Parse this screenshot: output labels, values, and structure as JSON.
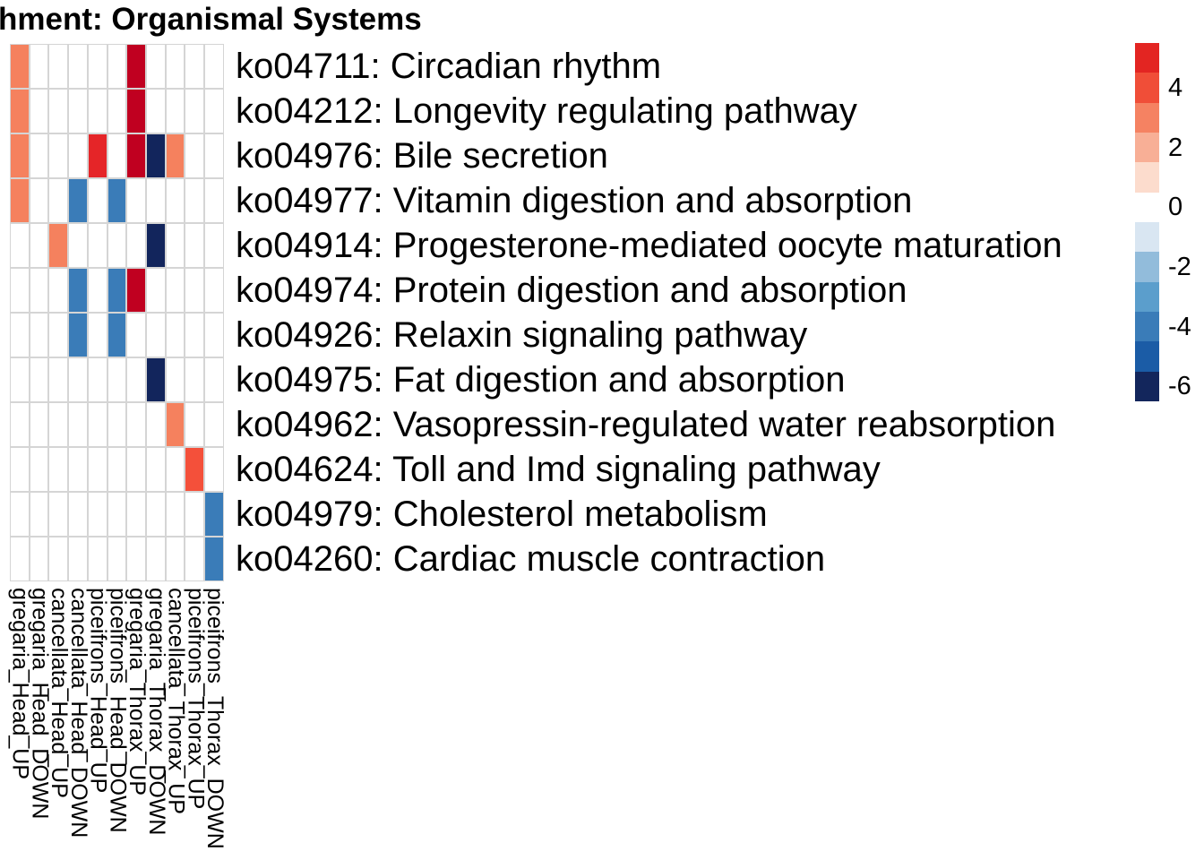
{
  "title": "hment: Organismal Systems",
  "colors": {
    "background": "#FFFFFF",
    "gridline": "#D5D5D5",
    "text": "#000000"
  },
  "chart_data": {
    "type": "heatmap",
    "title": "hment: Organismal Systems",
    "columns": [
      "gregaria_Head_UP",
      "gregaria_Head_DOWN",
      "cancellata_Head_UP",
      "cancellata_Head_DOWN",
      "piceifrons_Head_UP",
      "piceifrons_Head_DOWN",
      "gregaria_Thorax_UP",
      "gregaria_Thorax_DOWN",
      "cancellata_Thorax_UP",
      "piceifrons_Thorax_UP",
      "piceifrons_Thorax_DOWN"
    ],
    "rows": [
      "ko04711: Circadian rhythm",
      "ko04212: Longevity regulating pathway",
      "ko04976: Bile secretion",
      "ko04977: Vitamin digestion and absorption",
      "ko04914: Progesterone-mediated oocyte maturation",
      "ko04974: Protein digestion and absorption",
      "ko04926: Relaxin signaling pathway",
      "ko04975: Fat digestion and absorption",
      "ko04962: Vasopressin-regulated water reabsorption",
      "ko04624: Toll and Imd signaling pathway",
      "ko04979: Cholesterol metabolism",
      "ko04260: Cardiac muscle contraction"
    ],
    "cells": [
      {
        "row": 0,
        "col": 0,
        "value": 3
      },
      {
        "row": 0,
        "col": 6,
        "value": 6
      },
      {
        "row": 1,
        "col": 0,
        "value": 3
      },
      {
        "row": 1,
        "col": 6,
        "value": 6
      },
      {
        "row": 2,
        "col": 0,
        "value": 3
      },
      {
        "row": 2,
        "col": 4,
        "value": 5
      },
      {
        "row": 2,
        "col": 6,
        "value": 6
      },
      {
        "row": 2,
        "col": 7,
        "value": -6
      },
      {
        "row": 2,
        "col": 8,
        "value": 3
      },
      {
        "row": 3,
        "col": 0,
        "value": 3
      },
      {
        "row": 3,
        "col": 3,
        "value": -4
      },
      {
        "row": 3,
        "col": 5,
        "value": -4
      },
      {
        "row": 4,
        "col": 2,
        "value": 3
      },
      {
        "row": 4,
        "col": 7,
        "value": -6
      },
      {
        "row": 5,
        "col": 3,
        "value": -4
      },
      {
        "row": 5,
        "col": 5,
        "value": -4
      },
      {
        "row": 5,
        "col": 6,
        "value": 6
      },
      {
        "row": 6,
        "col": 3,
        "value": -4
      },
      {
        "row": 6,
        "col": 5,
        "value": -4
      },
      {
        "row": 7,
        "col": 7,
        "value": -6
      },
      {
        "row": 8,
        "col": 8,
        "value": 3
      },
      {
        "row": 9,
        "col": 9,
        "value": 4
      },
      {
        "row": 10,
        "col": 10,
        "value": -4
      },
      {
        "row": 11,
        "col": 10,
        "value": -4
      }
    ],
    "value_colors": {
      "6": "#C00020",
      "5": "#E52528",
      "4": "#F4503A",
      "3": "#F5815E",
      "-4": "#3A7CB8",
      "-6": "#12255C"
    },
    "legend": {
      "position": "right",
      "block_values": [
        5,
        4,
        3,
        2,
        1,
        0,
        -1,
        -2,
        -3,
        -4,
        -5,
        -6
      ],
      "block_colors": [
        "#E32522",
        "#F04E38",
        "#F58262",
        "#F8AF96",
        "#FCDCCD",
        "#FFFFFF",
        "#D9E6F2",
        "#92BCDB",
        "#5B9ECC",
        "#3A7CB8",
        "#1B5CA6",
        "#13265C"
      ],
      "tick_values": [
        "4",
        "2",
        "0",
        "-2",
        "-4",
        "-6"
      ],
      "range": [
        -6,
        5
      ]
    },
    "grid": true
  }
}
